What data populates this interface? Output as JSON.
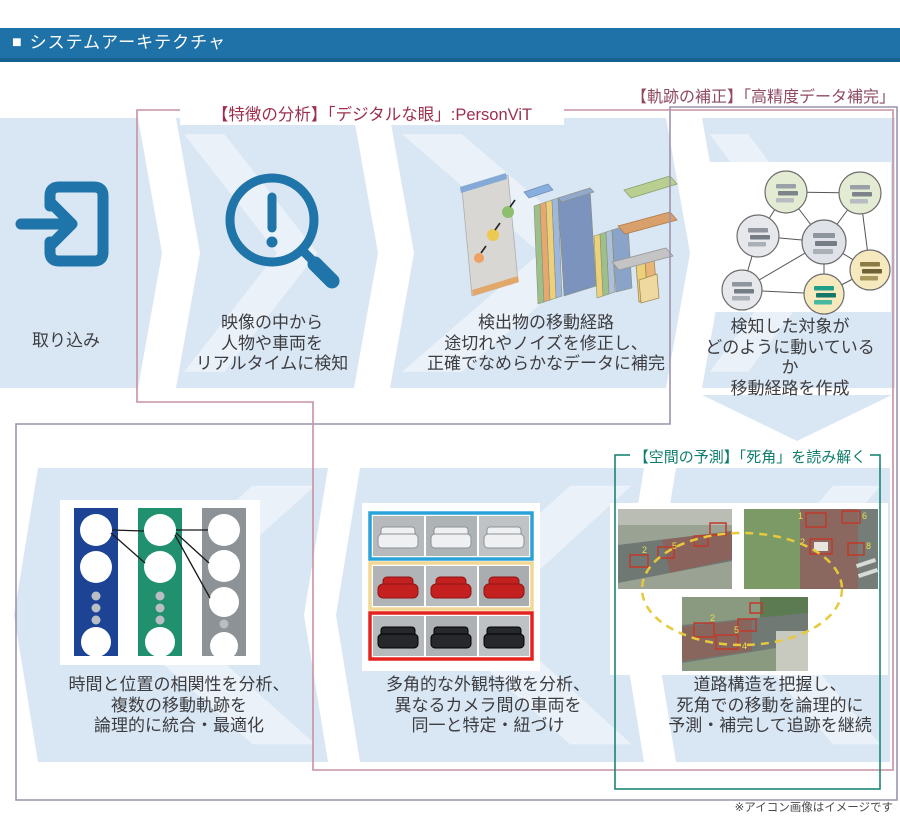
{
  "header": {
    "marker": "■",
    "title": "システムアーキテクチャ"
  },
  "annotations": {
    "feature_analysis": {
      "label": "【特徴の分析】「デジタルな眼」:PersonViT",
      "color": "#9d2f4c"
    },
    "trajectory_correction": {
      "label": "【軌跡の補正】「高精度データ補完」",
      "color": "#8f4a63"
    },
    "spatial_prediction": {
      "label": "【空間の予測】「死角」を読み解く",
      "color": "#107e6c"
    }
  },
  "steps": {
    "intake": {
      "caption": "取り込み",
      "icon": "import-arrow-icon"
    },
    "detect": {
      "caption": "映像の中から\n人物や車両を\nリアルタイムに検知",
      "icon": "magnifier-alert-icon"
    },
    "refine": {
      "caption": "検出物の移動経路\n途切れやノイズを修正し、\n正確でなめらかなデータに補完",
      "icon": "neural-network-layers-illustration"
    },
    "route": {
      "caption": "検知した対象が\nどのように動いているか\n移動経路を作成",
      "icon": "vehicle-graph-network-illustration"
    },
    "integrate": {
      "caption": "時間と位置の相関性を分析、\n複数の移動軌跡を\n論理的に統合・最適化",
      "icon": "trajectory-columns-illustration"
    },
    "reid": {
      "caption": "多角的な外観特徴を分析、\n異なるカメラ間の車両を\n同一と特定・紐づけ",
      "icon": "vehicle-photo-grid-illustration"
    },
    "predict": {
      "caption": "道路構造を把握し、\n死角での移動を論理的に\n予測・補完して追跡を継続",
      "icon": "road-camera-photos-illustration"
    }
  },
  "footnote": "※アイコン画像はイメージです",
  "colors": {
    "header_bg": "#1e72a8",
    "block_bg": "#d9e6f4",
    "icon_blue": "#1f74a9",
    "outline_pink": "#c990a2",
    "outline_purple": "#9b94af",
    "outline_teal": "#1a8573",
    "car_frame_blue": "#2aa2d8",
    "car_frame_yellow": "#f1d795",
    "car_frame_red": "#e5231e",
    "column_blue": "#1d4394",
    "column_green": "#21906f",
    "column_gray": "#8d9296"
  }
}
